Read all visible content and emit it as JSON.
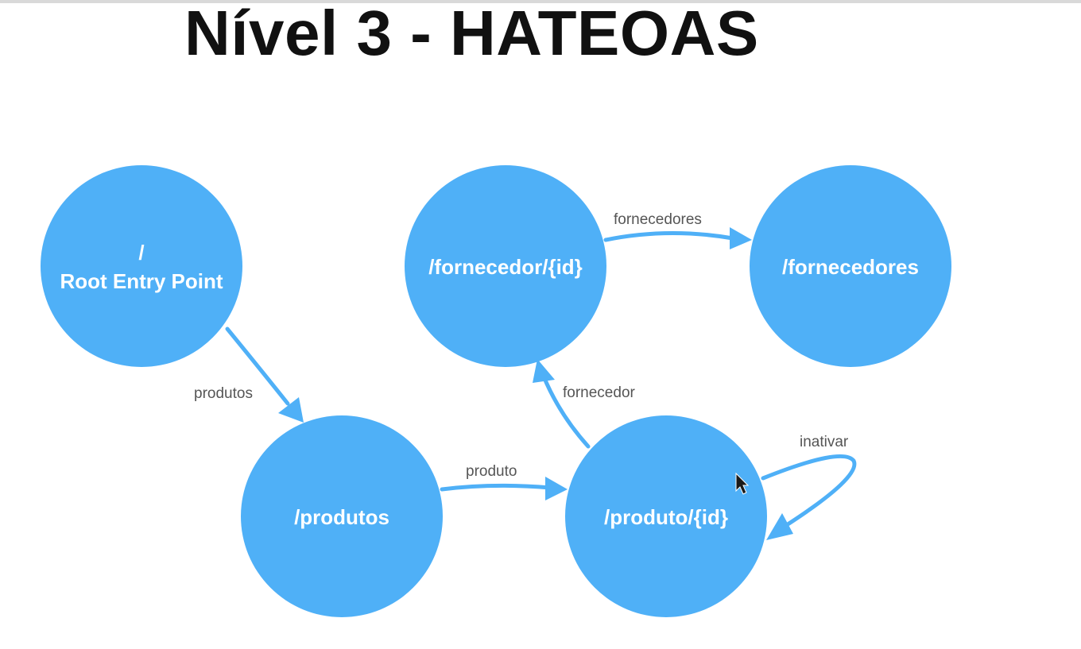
{
  "title": "Nível 3 - HATEOAS",
  "colors": {
    "node_fill": "#4fb0f7",
    "node_text": "#ffffff",
    "edge": "#4fb0f7",
    "edge_label": "#555555",
    "title_text": "#111111"
  },
  "nodes": {
    "root": {
      "line1": "/",
      "line2": "Root Entry Point"
    },
    "fornecedor_id": {
      "label": "/fornecedor/{id}"
    },
    "fornecedores": {
      "label": "/fornecedores"
    },
    "produtos": {
      "label": "/produtos"
    },
    "produto_id": {
      "label": "/produto/{id}"
    }
  },
  "edges": {
    "produtos": "produtos",
    "produto": "produto",
    "fornecedor": "fornecedor",
    "fornecedores": "fornecedores",
    "inativar": "inativar"
  },
  "icons": {
    "cursor": "mouse-pointer-icon"
  }
}
